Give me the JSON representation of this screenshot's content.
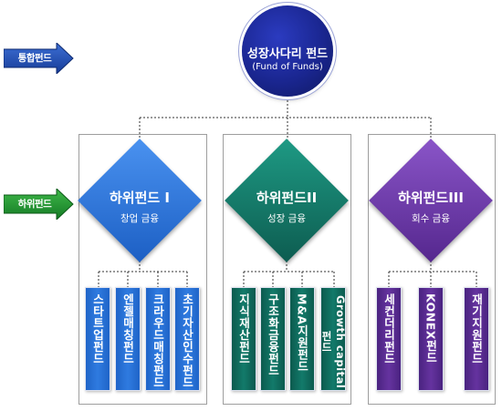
{
  "side_labels": {
    "integrated": "통합펀드",
    "sub": "하위펀드"
  },
  "top_node": {
    "title": "성장사다리 펀드",
    "subtitle": "(Fund of Funds)"
  },
  "sub_funds": [
    {
      "title": "하위펀드 I",
      "subtitle": "창업 금융",
      "color": "#2f7be0",
      "funds": [
        "스타트업펀드",
        "엔젤매칭펀드",
        "크라우드매칭펀드",
        "초기자산인수펀드"
      ]
    },
    {
      "title": "하위펀드II",
      "subtitle": "성장 금융",
      "color": "#127a6a",
      "funds": [
        "지식재산펀드",
        "구조화금융펀드",
        "M&A지원펀드",
        "Growth capital 펀드"
      ]
    },
    {
      "title": "하위펀드III",
      "subtitle": "회수 금융",
      "color": "#65339f",
      "funds": [
        "세컨더리펀드",
        "KONEX펀드",
        "재기지원펀드"
      ]
    }
  ]
}
